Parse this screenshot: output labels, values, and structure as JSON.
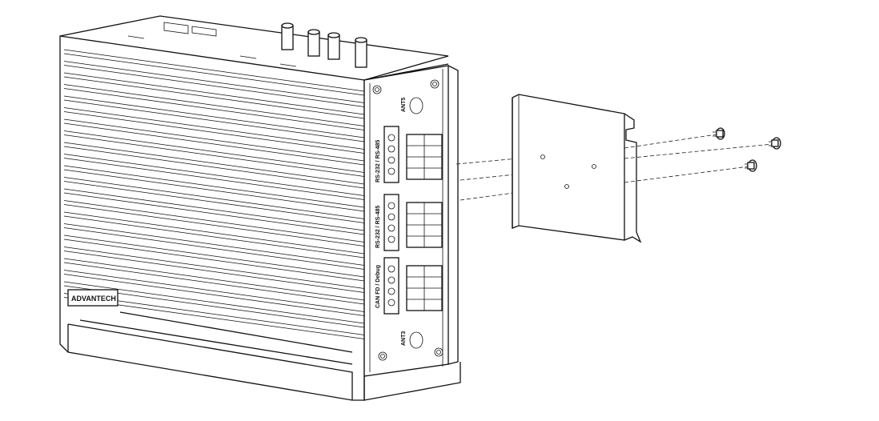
{
  "diagram": {
    "title": "Mounting bracket installation",
    "logo_text": "ADVANTECH",
    "labels": {
      "ant_top": "ANT5",
      "ant_bottom": "ANT3",
      "com1": "RS-232 / RS-485",
      "com2": "RS-232 / RS-485",
      "can": "CAN FD / Debug"
    },
    "screw_count": 3,
    "line_color": "#111111"
  }
}
